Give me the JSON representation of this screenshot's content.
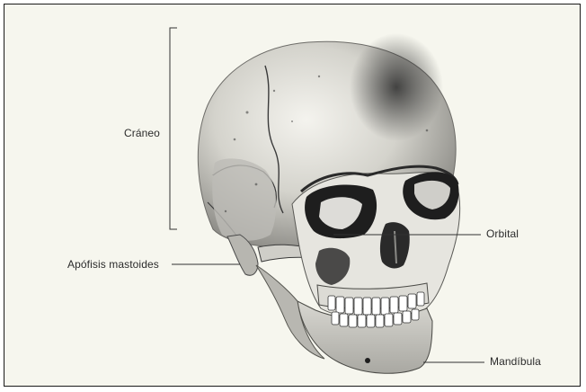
{
  "labels": {
    "craneo": "Cráneo",
    "apofisis": "Apófisis mastoides",
    "orbital": "Orbital",
    "mandibula": "Mandíbula"
  },
  "image": {
    "subject": "skull-illustration",
    "colors": {
      "background": "#f6f6ee",
      "bone": "#e3e2dc",
      "bone_shadow": "#9c9b96",
      "dark": "#222222",
      "leader_line": "#333333"
    }
  }
}
